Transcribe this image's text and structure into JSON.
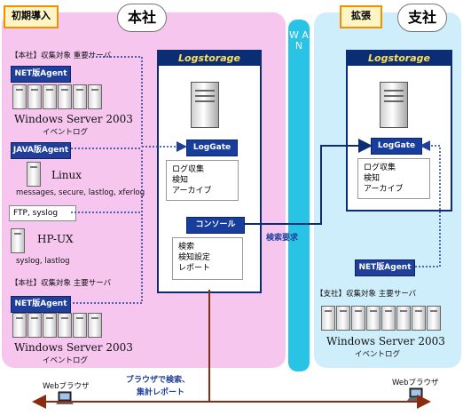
{
  "zones": {
    "hq_title": "本社",
    "branch_title": "支社",
    "wan": "W A N",
    "initial_tag": "初期導入",
    "expand_tag": "拡張"
  },
  "hq": {
    "important_servers_label": "【本社】収集対象 重要サーバ",
    "net_agent_1": "NET版Agent",
    "win_server_1": "Windows Server 2003",
    "eventlog_1": "イベントログ",
    "java_agent": "JAVA版Agent",
    "linux": "Linux",
    "linux_logs": "messages, secure, lastlog, xferlog",
    "ftp_syslog": "FTP, syslog",
    "hpux": "HP-UX",
    "hpux_logs": "syslog, lastlog",
    "main_servers_label": "【本社】収集対象 主要サーバ",
    "net_agent_2": "NET版Agent",
    "win_server_2": "Windows Server 2003",
    "eventlog_2": "イベントログ",
    "logstorage": "Logstorage",
    "loggate": "LogGate",
    "functions": [
      "ログ収集",
      "検知",
      "アーカイブ"
    ],
    "console": "コンソール",
    "console_functions": [
      "検索",
      "検知設定",
      "レポート"
    ]
  },
  "branch": {
    "logstorage": "Logstorage",
    "loggate": "LogGate",
    "functions": [
      "ログ収集",
      "検知",
      "アーカイブ"
    ],
    "net_agent": "NET版Agent",
    "main_servers_label": "【支社】収集対象 主要サーバ",
    "win_server": "Windows Server 2003",
    "eventlog": "イベントログ"
  },
  "search_request": "検索要求",
  "browser_left": "Webブラウザ",
  "browser_right": "Webブラウザ",
  "browser_note_line1": "ブラウザで検索、",
  "browser_note_line2": "集計レポート",
  "colors": {
    "hq_zone": "#f6c6ee",
    "branch_zone": "#cfeefc",
    "wan": "#29c3e6",
    "logstorage_navy": "#0a2d73",
    "agent_blue": "#1f3f9a",
    "arrow_brown": "#8b2a0f",
    "tag_orange": "#f29100"
  }
}
